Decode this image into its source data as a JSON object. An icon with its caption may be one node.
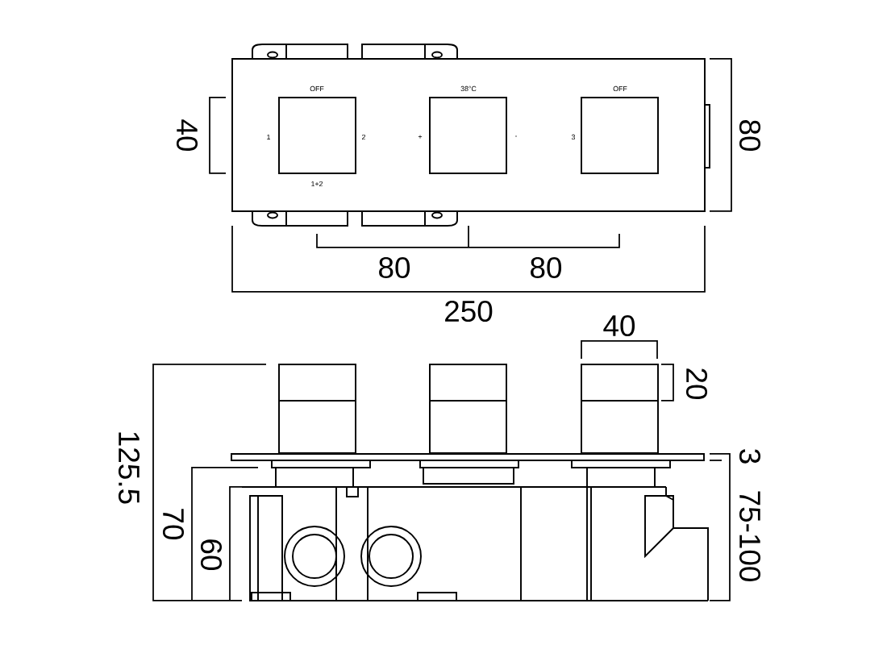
{
  "diagram": {
    "labels": [
      "OFF",
      "38°C",
      "OFF",
      "1",
      "2",
      "+",
      "-",
      "3",
      "1+2",
      "40",
      "80",
      "80",
      "80",
      "250",
      "40",
      "20",
      "125.5",
      "3",
      "75-100",
      "70",
      "60"
    ]
  }
}
